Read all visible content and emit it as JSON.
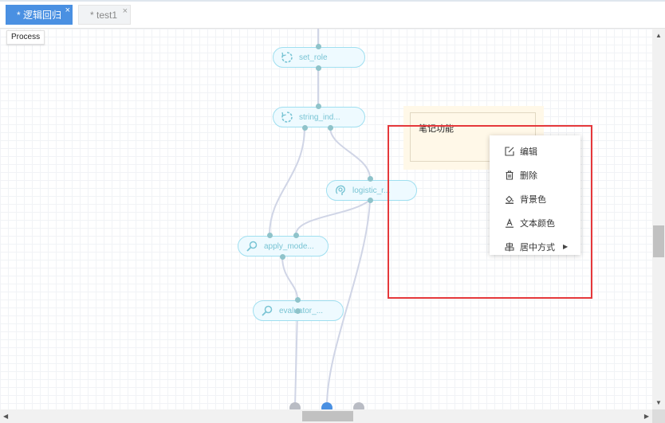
{
  "tabs": [
    {
      "label": "* 逻辑回归",
      "close": "×",
      "active": true
    },
    {
      "label": "* test1",
      "close": "×",
      "active": false
    }
  ],
  "canvas": {
    "process_label": "Process",
    "nodes": [
      {
        "label": "set_role",
        "icon": "refresh-icon"
      },
      {
        "label": "string_ind...",
        "icon": "refresh-icon"
      },
      {
        "label": "logistic_r...",
        "icon": "brain-icon"
      },
      {
        "label": "apply_mode...",
        "icon": "magnifier-icon"
      },
      {
        "label": "evaluator_...",
        "icon": "magnifier-icon"
      }
    ]
  },
  "note": {
    "text": "笔记功能"
  },
  "context_menu": {
    "items": [
      {
        "label": "编辑",
        "icon": "edit-icon"
      },
      {
        "label": "删除",
        "icon": "trash-icon"
      },
      {
        "label": "背景色",
        "icon": "paint-bucket-icon"
      },
      {
        "label": "文本颜色",
        "icon": "text-color-icon"
      },
      {
        "label": "居中方式",
        "icon": "align-center-icon",
        "submenu_arrow": "▶"
      }
    ]
  },
  "colors": {
    "tab_active": "#4a90e2",
    "node_border": "#9fdff0",
    "node_fill": "#eefaff",
    "node_text": "#79c4d4",
    "port": "#8fc3ca",
    "edge": "#d0d5e6",
    "note_bg": "#fff8e8",
    "highlight": "#e5383b"
  }
}
